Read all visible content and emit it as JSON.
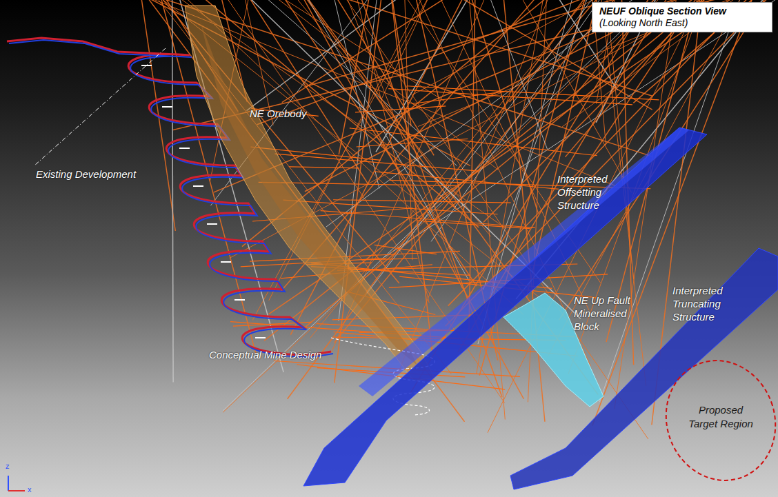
{
  "diagram": {
    "nodes": [
      {
        "text": [
          "NEUF Oblique Section View",
          "(Looking North East)"
        ]
      },
      {
        "text": [
          "Proposed Target Region"
        ]
      }
    ],
    "labels": [
      "NE Orebody",
      "Existing Development",
      "Interpreted Offsetting Structure",
      "NE Up Fault Mineralised Block",
      "Interpreted Truncating Structure",
      "Conceptual Mine Design",
      "z",
      "x"
    ]
  }
}
